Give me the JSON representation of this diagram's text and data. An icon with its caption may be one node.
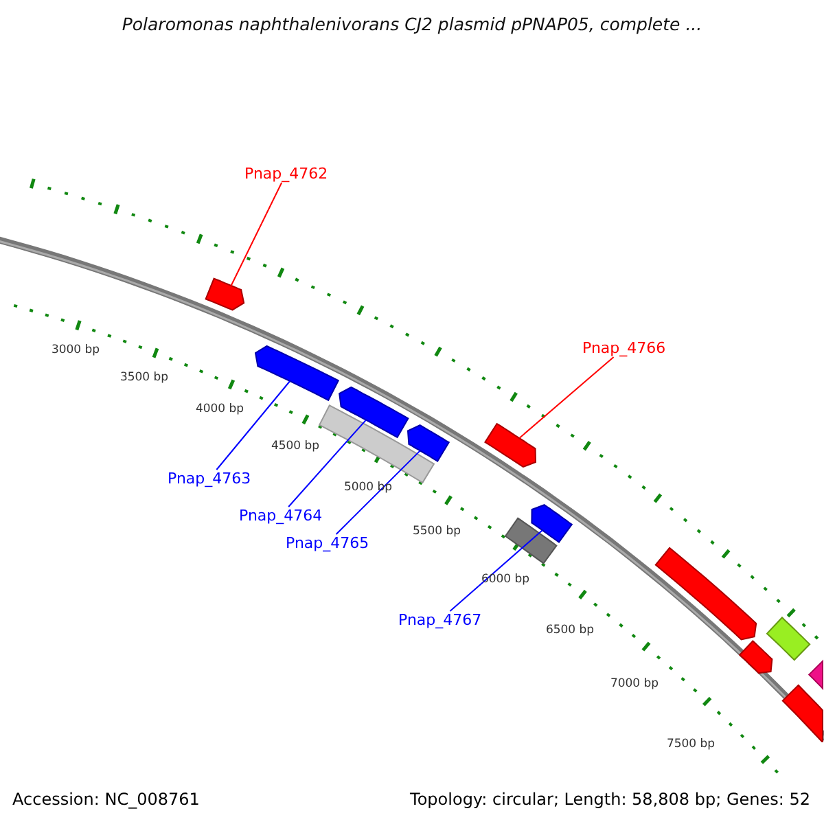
{
  "diagram": {
    "title": "Polaromonas naphthalenivorans CJ2 plasmid pPNAP05, complete ...",
    "nodes": [
      {
        "text": [
          "Pnap_4762"
        ]
      },
      {
        "text": [],
        "shape": "arrow"
      },
      {
        "text": [
          "Pnap_4766"
        ]
      },
      {
        "text": [],
        "shape": "arrow"
      },
      {
        "text": [
          "Pnap_4763"
        ]
      },
      {
        "text": [],
        "shape": "arrow"
      },
      {
        "text": [
          "Pnap_4764"
        ]
      },
      {
        "text": [],
        "shape": "arrow"
      },
      {
        "text": [
          "Pnap_4765"
        ]
      },
      {
        "text": [],
        "shape": "arrow"
      },
      {
        "text": [
          "Pnap_4767"
        ]
      },
      {
        "text": [],
        "shape": "arrow"
      },
      {
        "text": [],
        "shape": "bar"
      },
      {
        "text": [],
        "shape": "bar"
      },
      {
        "text": [],
        "shape": "arrow"
      },
      {
        "text": [],
        "shape": "arrow"
      },
      {
        "text": [],
        "shape": "arrow"
      },
      {
        "text": [],
        "shape": "arrow"
      },
      {
        "text": [],
        "shape": "arrow"
      }
    ],
    "edges": [
      {
        "from": 0,
        "to": 1,
        "arrow": "none",
        "color": "#ff0000"
      },
      {
        "from": 2,
        "to": 3,
        "arrow": "none",
        "color": "#ff0000"
      },
      {
        "from": 4,
        "to": 5,
        "arrow": "none"
      },
      {
        "from": 6,
        "to": 7,
        "arrow": "none"
      },
      {
        "from": 8,
        "to": 9,
        "arrow": "none"
      },
      {
        "from": 10,
        "to": 11,
        "arrow": "none"
      }
    ],
    "labels": [
      "3000 bp",
      "3500 bp",
      "4000 bp",
      "4500 bp",
      "5000 bp",
      "5500 bp",
      "6000 bp",
      "6500 bp",
      "7000 bp",
      "7500 bp",
      "Accession: NC_008761",
      "Topology: circular; Length: 58,808 bp; Genes: 52"
    ]
  }
}
